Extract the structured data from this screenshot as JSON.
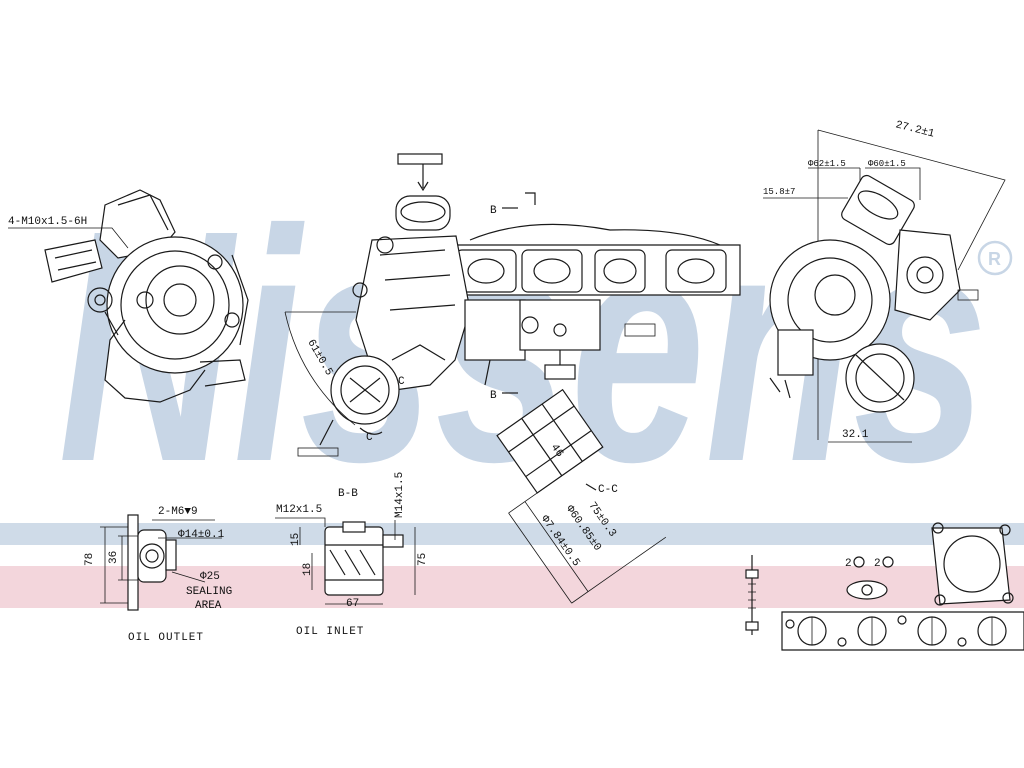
{
  "watermark": {
    "brand": "Nissens",
    "registered": "®",
    "brand_color": "#c8d6e6",
    "stripe_blue": "#cfdbe8",
    "stripe_pink": "#f3d6dc"
  },
  "labels": {
    "thread_left": "4-M10x1.5-6H",
    "dim_27": "27.2±1",
    "dim_phi62": "Φ62±1.5",
    "dim_phi60": "Φ60±1.5",
    "dim_15": "15.8±7",
    "dim_32": "32.1",
    "dim_61": "61±0.5",
    "section_b_top": "B",
    "section_b_bottom": "B",
    "section_c": "C",
    "section_cc": "C-C",
    "section_bb": "B-B",
    "dim_phi60b": "Φ60.85±0",
    "dim_phi67": "Φ7.84±0.5",
    "dim_75": "75±0.3",
    "dim_46": "46",
    "oil_out_thread": "2-M6▼9",
    "oil_out_phi14": "Φ14±0.1",
    "oil_out_phi25": "Φ25",
    "oil_out_78": "78",
    "oil_out_36": "36",
    "sealing": "SEALING",
    "area": "AREA",
    "oil_in_thread": "M12x1.5",
    "oil_in_m14": "M14x1.5",
    "oil_in_15": "15",
    "oil_in_18": "18",
    "oil_in_75": "75",
    "oil_in_67": "67",
    "gasket_qty": "2",
    "gasket_qty2": "2"
  },
  "captions": {
    "oil_outlet": "OIL OUTLET",
    "oil_inlet": "OIL INLET"
  }
}
